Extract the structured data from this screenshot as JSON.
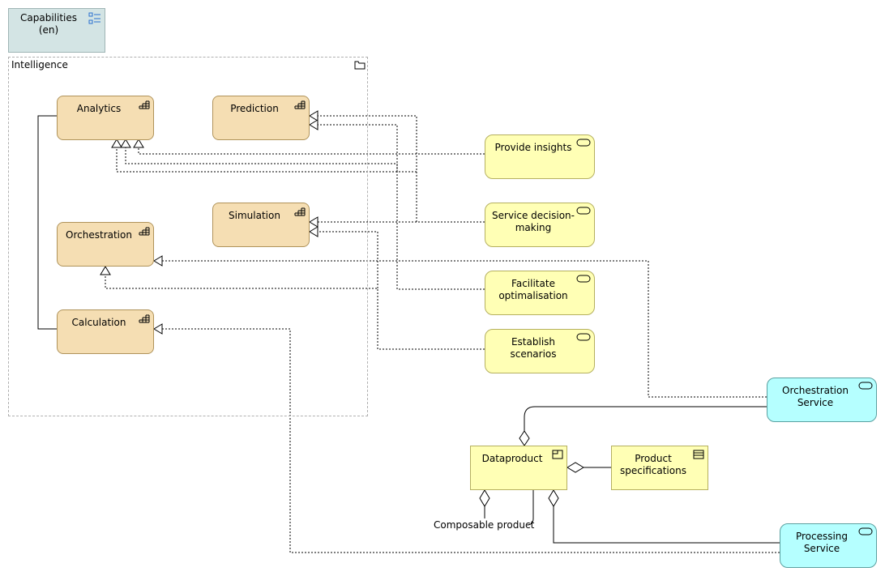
{
  "legend": {
    "title": "Capabilities\n(en)",
    "icon": "filter-list-icon"
  },
  "group": {
    "title": "Intelligence",
    "icon": "folder-icon"
  },
  "capabilities": {
    "analytics": "Analytics",
    "prediction": "Prediction",
    "simulation": "Simulation",
    "orchestration": "Orchestration",
    "calculation": "Calculation"
  },
  "services": {
    "provide_insights": "Provide insights",
    "service_decision": "Service decision-\nmaking",
    "facilitate": "Facilitate\noptimalisation",
    "establish": "Establish\nscenarios"
  },
  "tech_services": {
    "orchestration_service": "Orchestration\nService",
    "processing_service": "Processing\nService"
  },
  "objects": {
    "dataproduct": "Dataproduct",
    "product_specs": "Product\nspecifications"
  },
  "labels": {
    "composable_product": "Composable product"
  },
  "colors": {
    "capability_fill": "#f5deb3",
    "business_service_fill": "#ffffb5",
    "tech_service_fill": "#b5ffff",
    "legend_fill": "#d3e4e4"
  }
}
